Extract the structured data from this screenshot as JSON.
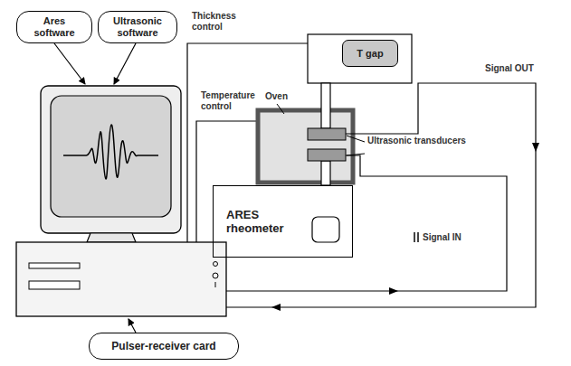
{
  "diagram": {
    "nodes": [
      {
        "text": [
          "Ares software"
        ]
      },
      {
        "text": [
          "Ultrasonic software"
        ]
      },
      {
        "text": [
          "T gap"
        ]
      },
      {
        "text": [
          "ARES rheometer"
        ]
      },
      {
        "text": [
          "Pulser-receiver card"
        ]
      }
    ],
    "labels": [
      "Thickness control",
      "Temperature control",
      "Oven",
      "Ultrasonic transducers",
      "Signal OUT",
      "Signal IN"
    ]
  }
}
